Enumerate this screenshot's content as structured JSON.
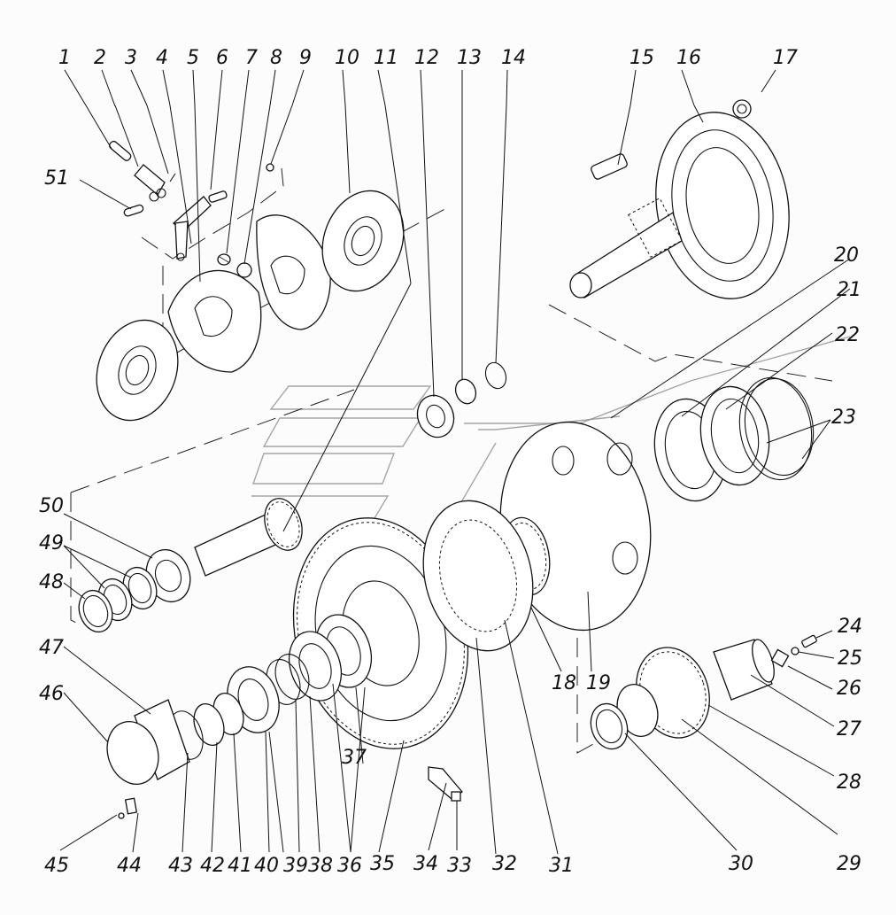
{
  "diagram": {
    "type": "exploded-assembly-view",
    "callouts": [
      {
        "n": "1"
      },
      {
        "n": "2"
      },
      {
        "n": "3"
      },
      {
        "n": "4"
      },
      {
        "n": "5"
      },
      {
        "n": "6"
      },
      {
        "n": "7"
      },
      {
        "n": "8"
      },
      {
        "n": "9"
      },
      {
        "n": "10"
      },
      {
        "n": "11"
      },
      {
        "n": "12"
      },
      {
        "n": "13"
      },
      {
        "n": "14"
      },
      {
        "n": "15"
      },
      {
        "n": "16"
      },
      {
        "n": "17"
      },
      {
        "n": "18"
      },
      {
        "n": "19"
      },
      {
        "n": "20"
      },
      {
        "n": "21"
      },
      {
        "n": "22"
      },
      {
        "n": "23"
      },
      {
        "n": "24"
      },
      {
        "n": "25"
      },
      {
        "n": "26"
      },
      {
        "n": "27"
      },
      {
        "n": "28"
      },
      {
        "n": "29"
      },
      {
        "n": "30"
      },
      {
        "n": "31"
      },
      {
        "n": "32"
      },
      {
        "n": "33"
      },
      {
        "n": "34"
      },
      {
        "n": "35"
      },
      {
        "n": "36"
      },
      {
        "n": "37"
      },
      {
        "n": "38"
      },
      {
        "n": "39"
      },
      {
        "n": "40"
      },
      {
        "n": "41"
      },
      {
        "n": "42"
      },
      {
        "n": "43"
      },
      {
        "n": "44"
      },
      {
        "n": "45"
      },
      {
        "n": "46"
      },
      {
        "n": "47"
      },
      {
        "n": "48"
      },
      {
        "n": "49"
      },
      {
        "n": "50"
      },
      {
        "n": "51"
      }
    ],
    "line_color": "#111111",
    "background": "#fbfcfb",
    "watermark_color": "#888888"
  }
}
